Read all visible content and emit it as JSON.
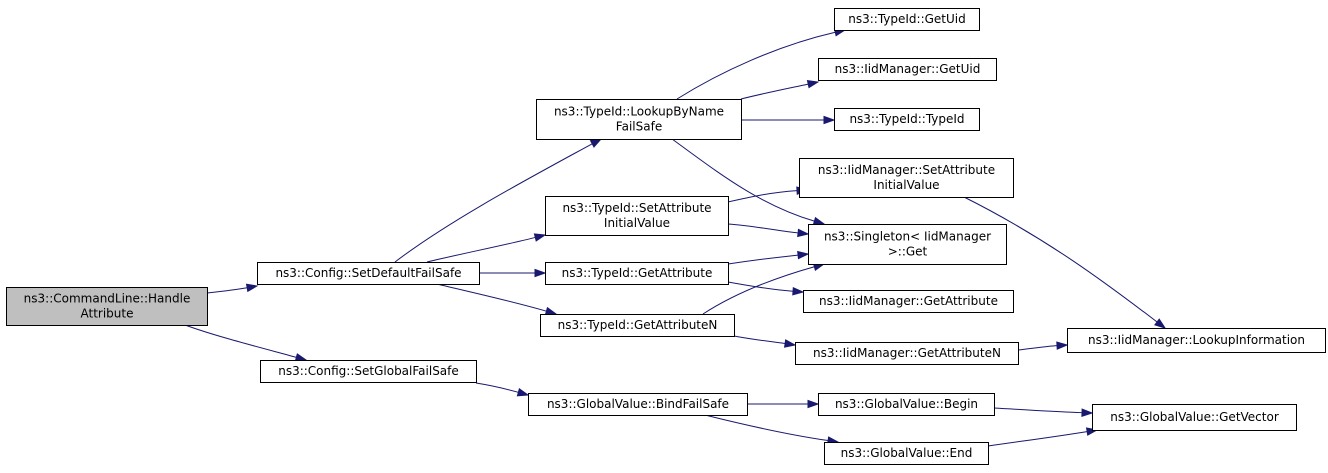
{
  "graph": {
    "root": "handle_attribute",
    "colors": {
      "root_fill": "#bfbfbf",
      "node_fill": "#ffffff",
      "edge": "#191970"
    },
    "nodes": [
      {
        "id": "handle_attribute",
        "lines": [
          "ns3::CommandLine::Handle",
          "Attribute"
        ]
      },
      {
        "id": "set_default_fail_safe",
        "lines": [
          "ns3::Config::SetDefaultFailSafe"
        ]
      },
      {
        "id": "set_global_fail_safe",
        "lines": [
          "ns3::Config::SetGlobalFailSafe"
        ]
      },
      {
        "id": "lookup_by_name_fail_safe",
        "lines": [
          "ns3::TypeId::LookupByName",
          "FailSafe"
        ]
      },
      {
        "id": "typeid_set_attribute_initial_value",
        "lines": [
          "ns3::TypeId::SetAttribute",
          "InitialValue"
        ]
      },
      {
        "id": "typeid_get_attribute",
        "lines": [
          "ns3::TypeId::GetAttribute"
        ]
      },
      {
        "id": "typeid_get_attribute_n",
        "lines": [
          "ns3::TypeId::GetAttributeN"
        ]
      },
      {
        "id": "bind_fail_safe",
        "lines": [
          "ns3::GlobalValue::BindFailSafe"
        ]
      },
      {
        "id": "typeid_get_uid",
        "lines": [
          "ns3::TypeId::GetUid"
        ]
      },
      {
        "id": "iid_get_uid",
        "lines": [
          "ns3::IidManager::GetUid"
        ]
      },
      {
        "id": "typeid_typeid",
        "lines": [
          "ns3::TypeId::TypeId"
        ]
      },
      {
        "id": "iid_set_attribute_initial_value",
        "lines": [
          "ns3::IidManager::SetAttribute",
          "InitialValue"
        ]
      },
      {
        "id": "singleton_get",
        "lines": [
          "ns3::Singleton< IidManager",
          ">::Get"
        ]
      },
      {
        "id": "iid_get_attribute",
        "lines": [
          "ns3::IidManager::GetAttribute"
        ]
      },
      {
        "id": "iid_get_attribute_n",
        "lines": [
          "ns3::IidManager::GetAttributeN"
        ]
      },
      {
        "id": "globalvalue_begin",
        "lines": [
          "ns3::GlobalValue::Begin"
        ]
      },
      {
        "id": "globalvalue_end",
        "lines": [
          "ns3::GlobalValue::End"
        ]
      },
      {
        "id": "iid_lookup_information",
        "lines": [
          "ns3::IidManager::LookupInformation"
        ]
      },
      {
        "id": "globalvalue_get_vector",
        "lines": [
          "ns3::GlobalValue::GetVector"
        ]
      }
    ],
    "edges": [
      {
        "from": "handle_attribute",
        "to": "set_default_fail_safe"
      },
      {
        "from": "handle_attribute",
        "to": "set_global_fail_safe"
      },
      {
        "from": "set_default_fail_safe",
        "to": "lookup_by_name_fail_safe"
      },
      {
        "from": "set_default_fail_safe",
        "to": "typeid_set_attribute_initial_value"
      },
      {
        "from": "set_default_fail_safe",
        "to": "typeid_get_attribute"
      },
      {
        "from": "set_default_fail_safe",
        "to": "typeid_get_attribute_n"
      },
      {
        "from": "lookup_by_name_fail_safe",
        "to": "typeid_get_uid"
      },
      {
        "from": "lookup_by_name_fail_safe",
        "to": "iid_get_uid"
      },
      {
        "from": "lookup_by_name_fail_safe",
        "to": "typeid_typeid"
      },
      {
        "from": "lookup_by_name_fail_safe",
        "to": "singleton_get"
      },
      {
        "from": "typeid_set_attribute_initial_value",
        "to": "iid_set_attribute_initial_value"
      },
      {
        "from": "typeid_set_attribute_initial_value",
        "to": "singleton_get"
      },
      {
        "from": "typeid_get_attribute",
        "to": "singleton_get"
      },
      {
        "from": "typeid_get_attribute",
        "to": "iid_get_attribute"
      },
      {
        "from": "typeid_get_attribute_n",
        "to": "singleton_get"
      },
      {
        "from": "typeid_get_attribute_n",
        "to": "iid_get_attribute_n"
      },
      {
        "from": "iid_set_attribute_initial_value",
        "to": "iid_lookup_information"
      },
      {
        "from": "iid_get_attribute_n",
        "to": "iid_lookup_information"
      },
      {
        "from": "set_global_fail_safe",
        "to": "bind_fail_safe"
      },
      {
        "from": "bind_fail_safe",
        "to": "globalvalue_begin"
      },
      {
        "from": "bind_fail_safe",
        "to": "globalvalue_end"
      },
      {
        "from": "globalvalue_begin",
        "to": "globalvalue_get_vector"
      },
      {
        "from": "globalvalue_end",
        "to": "globalvalue_get_vector"
      }
    ]
  }
}
